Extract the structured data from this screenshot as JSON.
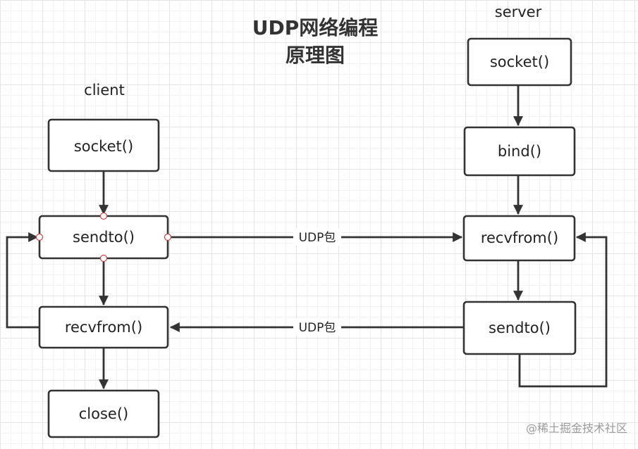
{
  "title": {
    "line1": "UDP网络编程",
    "line2": "原理图"
  },
  "labels": {
    "client": "client",
    "server": "server"
  },
  "client": {
    "socket": "socket()",
    "sendto": "sendto()",
    "recvfrom": "recvfrom()",
    "close": "close()"
  },
  "server": {
    "socket": "socket()",
    "bind": "bind()",
    "recvfrom": "recvfrom()",
    "sendto": "sendto()"
  },
  "edges": {
    "client_to_server": "UDP包",
    "server_to_client": "UDP包"
  },
  "watermark": "@稀土掘金技术社区"
}
